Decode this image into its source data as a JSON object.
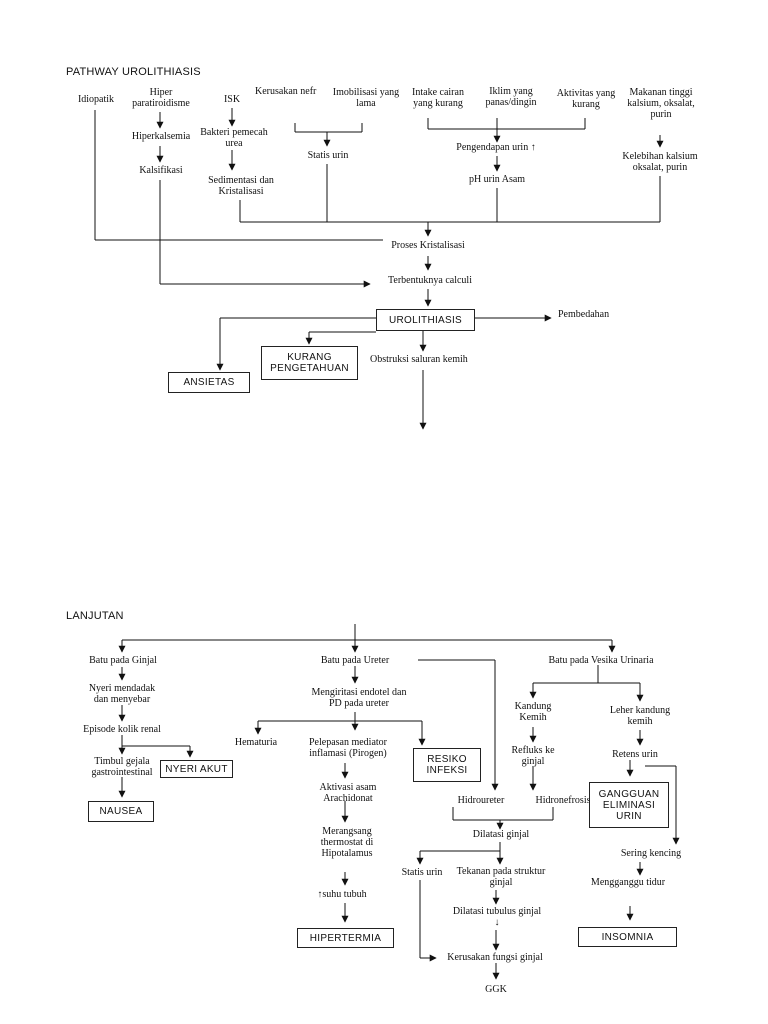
{
  "section1": {
    "title": "PATHWAY UROLITHIASIS",
    "idiopatik": "Idiopatik",
    "hiper_paratiroid": "Hiper\nparatiroidisme",
    "hiperkalsemia": "Hiperkalsemia",
    "kalsifikasi": "Kalsifikasi",
    "isk": "ISK",
    "bakteri": "Bakteri pemecah\nurea",
    "sedimentasi": "Sedimentasi dan\nKristalisasi",
    "kerusakan_nefron": "Kerusakan nefr",
    "imobilisasi": "Imobilisasi yang\nlama",
    "statis_urin": "Statis urin",
    "intake_cairan": "Intake cairan\nyang kurang",
    "iklim": "Iklim yang\npanas/dingin",
    "aktivitas": "Aktivitas yang\nkurang",
    "makanan": "Makanan tinggi\nkalsium, oksalat,\npurin",
    "pengendapan": "Pengendapan urin ↑",
    "ph_urin": "pH urin Asam",
    "kelebihan": "Kelebihan kalsium\noksalat, purin",
    "proses_kristalisasi": "Proses Kristalisasi",
    "terbentuknya": "Terbentuknya calculi",
    "urolithiasis": "UROLITHIASIS",
    "pembedahan": "Pembedahan",
    "kurang_pengetahuan": "KURANG\nPENGETAHUAN",
    "ansietas": "ANSIETAS",
    "obstruksi": "Obstruksi saluran kemih"
  },
  "section2": {
    "title": "LANJUTAN",
    "batu_ginjal": "Batu pada Ginjal",
    "batu_ureter": "Batu pada Ureter",
    "batu_vesika": "Batu pada Vesika Urinaria",
    "nyeri_mendadak": "Nyeri mendadak\ndan menyebar",
    "episode_kolik": "Episode kolik renal",
    "timbul_gejala": "Timbul gejala\ngastrointestinal",
    "nyeri_akut": "NYERI AKUT",
    "nausea": "NAUSEA",
    "mengiritasi": "Mengiritasi endotel dan\nPD pada ureter",
    "hematuria": "Hematuria",
    "pelepasan_mediator": "Pelepasan mediator\ninflamasi (Pirogen)",
    "resiko_infeksi": "RESIKO\nINFEKSI",
    "aktivasi": "Aktivasi asam\nArachidonat",
    "merangsang": "Merangsang\nthermostat di\nHipotalamus",
    "suhu_tubuh": "↑suhu tubuh",
    "hipertermia": "HIPERTERMIA",
    "kandung_kemih": "Kandung\nKemih",
    "refluks": "Refluks ke\nginjal",
    "hidroureter": "Hidroureter",
    "hidronefrosis": "Hidronefrosis",
    "dilatasi_ginjal": "Dilatasi ginjal",
    "statis_urin2": "Statis urin",
    "tekanan": "Tekanan pada struktur\nginjal",
    "dilatasi_tubulus": "Dilatasi tubulus ginjal\n↓",
    "kerusakan_fungsi": "Kerusakan fungsi ginjal",
    "ggk": "GGK",
    "leher_kandung": "Leher kandung\nkemih",
    "retensi_urin": "Retens urin",
    "gangguan_eliminasi": "GANGGUAN\nELIMINASI\nURIN",
    "sering_kencing": "Sering kencing",
    "mengganggu_tidur": "Mengganggu tidur",
    "insomnia": "INSOMNIA"
  }
}
